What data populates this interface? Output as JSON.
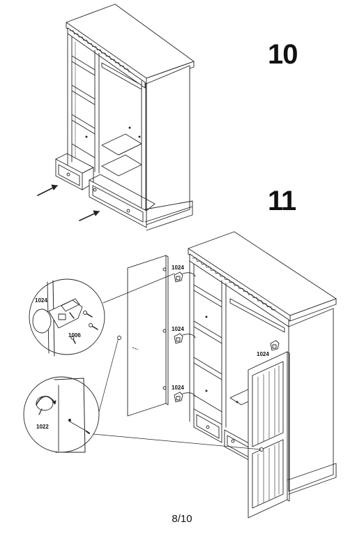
{
  "steps": {
    "step_10": "10",
    "step_11": "11"
  },
  "labels": {
    "hinge_1024_top": "1024",
    "hinge_1024_mid": "1024",
    "hinge_1024_low": "1024",
    "hinge_1024_right": "1024",
    "detail_hinge": "1024",
    "detail_screw": "1006",
    "detail_knob": "1022"
  },
  "page_number": "8/10"
}
